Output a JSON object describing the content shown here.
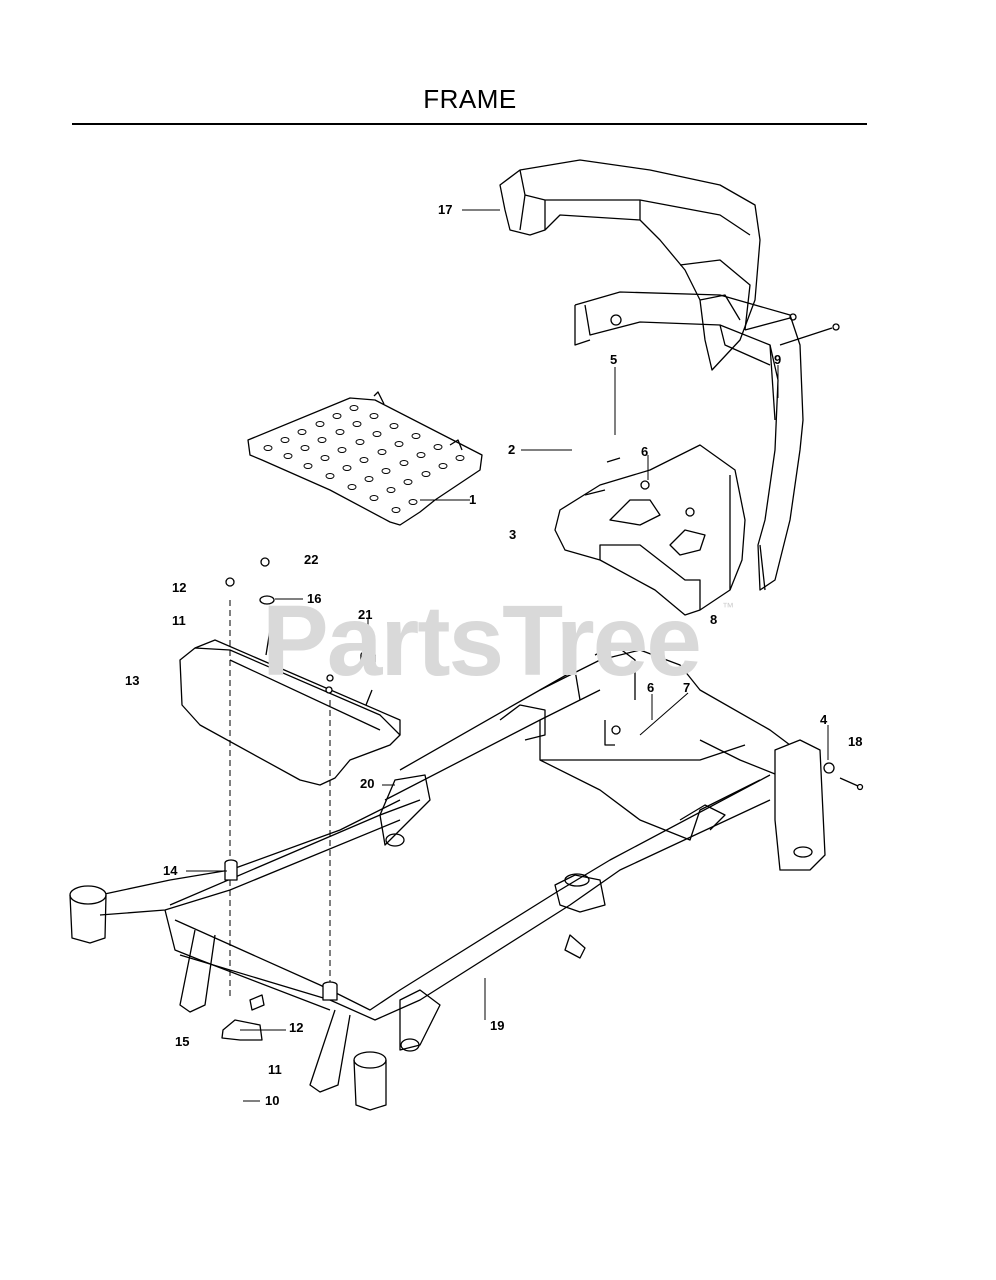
{
  "title": "FRAME",
  "watermark": "PartsTree",
  "watermark_mark": "™",
  "callouts": [
    {
      "id": "17",
      "label": "17"
    },
    {
      "id": "5",
      "label": "5"
    },
    {
      "id": "9",
      "label": "9"
    },
    {
      "id": "2",
      "label": "2"
    },
    {
      "id": "6a",
      "label": "6"
    },
    {
      "id": "1",
      "label": "1"
    },
    {
      "id": "3",
      "label": "3"
    },
    {
      "id": "22",
      "label": "22"
    },
    {
      "id": "12a",
      "label": "12"
    },
    {
      "id": "16",
      "label": "16"
    },
    {
      "id": "11a",
      "label": "11"
    },
    {
      "id": "21",
      "label": "21"
    },
    {
      "id": "8",
      "label": "8"
    },
    {
      "id": "13",
      "label": "13"
    },
    {
      "id": "6b",
      "label": "6"
    },
    {
      "id": "7",
      "label": "7"
    },
    {
      "id": "4",
      "label": "4"
    },
    {
      "id": "18",
      "label": "18"
    },
    {
      "id": "20",
      "label": "20"
    },
    {
      "id": "14",
      "label": "14"
    },
    {
      "id": "19",
      "label": "19"
    },
    {
      "id": "12b",
      "label": "12"
    },
    {
      "id": "15",
      "label": "15"
    },
    {
      "id": "11b",
      "label": "11"
    },
    {
      "id": "10",
      "label": "10"
    }
  ]
}
